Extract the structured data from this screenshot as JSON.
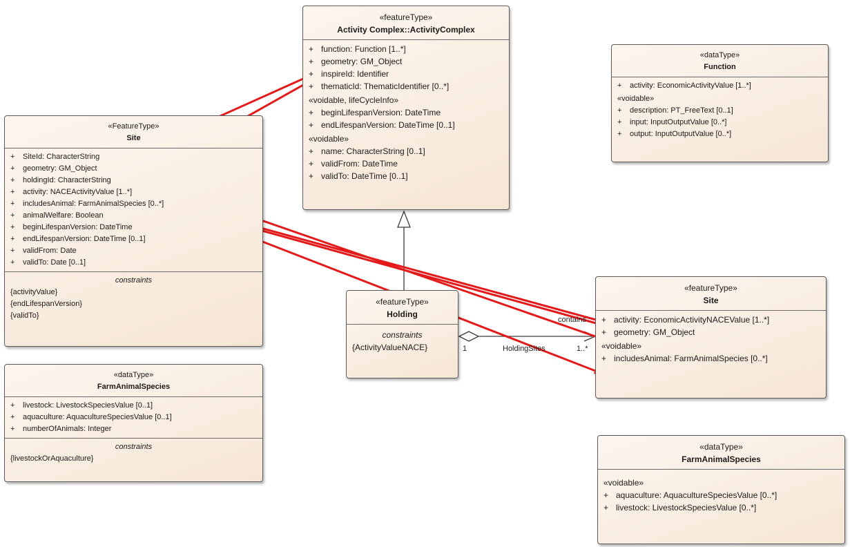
{
  "classes": {
    "activity_complex": {
      "stereotype": "«featureType»",
      "name": "Activity Complex::ActivityComplex",
      "attrs": [
        "function: Function [1..*]",
        "geometry: GM_Object",
        "inspireId: Identifier",
        "thematicId: ThematicIdentifier [0..*]"
      ],
      "section1": "«voidable, lifeCycleInfo»",
      "attrs1": [
        "beginLifespanVersion: DateTime",
        "endLifespanVersion: DateTime [0..1]"
      ],
      "section2": "«voidable»",
      "attrs2": [
        "name: CharacterString [0..1]",
        "validFrom: DateTime",
        "validTo: DateTime [0..1]"
      ]
    },
    "function": {
      "stereotype": "«dataType»",
      "name": "Function",
      "attrs": [
        "activity: EconomicActivityValue [1..*]"
      ],
      "section1": "«voidable»",
      "attrs1": [
        "description: PT_FreeText [0..1]",
        "input: InputOutputValue [0..*]",
        "output: InputOutputValue [0..*]"
      ]
    },
    "site_left": {
      "stereotype": "«FeatureType»",
      "name": "Site",
      "attrs": [
        "SiteId: CharacterString",
        "geometry: GM_Object",
        "holdingId: CharacterString",
        "activity: NACEActivityValue [1..*]",
        "includesAnimal: FarmAnimalSpecies [0..*]",
        "animalWelfare: Boolean",
        "beginLifespanVersion: DateTime",
        "endLifespanVersion: DateTime [0..1]",
        "validFrom: Date",
        "validTo: Date [0..1]"
      ],
      "constraints_title": "constraints",
      "constraints": [
        "{activityValue}",
        "{endLifespanVersion}",
        "{validTo}"
      ]
    },
    "farm_left": {
      "stereotype": "«dataType»",
      "name": "FarmAnimalSpecies",
      "attrs": [
        "livestock: LivestockSpeciesValue [0..1]",
        "aquaculture: AquacultureSpeciesValue [0..1]",
        "numberOfAnimals: Integer"
      ],
      "constraints_title": "constraints",
      "constraints": [
        "{livestockOrAquaculture}"
      ]
    },
    "holding": {
      "stereotype": "«featureType»",
      "name": "Holding",
      "constraints_title": "constraints",
      "constraints": [
        "{ActivityValueNACE}"
      ]
    },
    "site_right": {
      "stereotype": "«featureType»",
      "name": "Site",
      "attrs": [
        "activity: EconomicActivityNACEValue [1..*]",
        "geometry: GM_Object"
      ],
      "section1": "«voidable»",
      "attrs1": [
        "includesAnimal: FarmAnimalSpecies [0..*]"
      ]
    },
    "farm_right": {
      "stereotype": "«dataType»",
      "name": "FarmAnimalSpecies",
      "section1": "«voidable»",
      "attrs1": [
        "aquaculture: AquacultureSpeciesValue [0..*]",
        "livestock: LivestockSpeciesValue [0..*]"
      ]
    }
  },
  "association": {
    "role": "contains",
    "name": "HoldingSites",
    "mult_source": "1",
    "mult_target": "1..*"
  },
  "visibility_symbol": "+",
  "colors": {
    "mapping_arrow": "#e41a1a",
    "line": "#3a3a3a",
    "box_fill_top": "#fdf6ef",
    "box_fill_bottom": "#f6e6d6"
  }
}
